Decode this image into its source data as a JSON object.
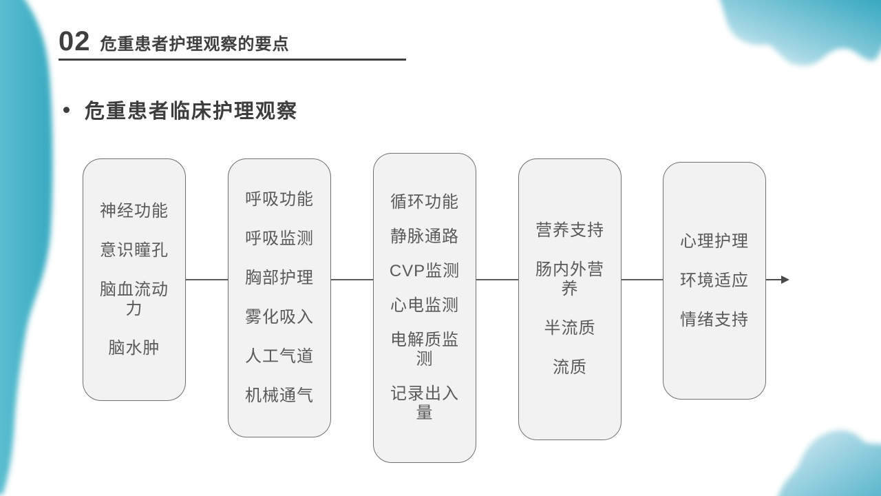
{
  "slide": {
    "section_number": "02",
    "section_title": "危重患者护理观察的要点",
    "bullet": "危重患者临床护理观察"
  },
  "diagram": {
    "cards": [
      {
        "items": [
          "神经功能",
          "意识瞳孔",
          "脑血流动力",
          "脑水肿"
        ]
      },
      {
        "items": [
          "呼吸功能",
          "呼吸监测",
          "胸部护理",
          "雾化吸入",
          "人工气道",
          "机械通气"
        ]
      },
      {
        "items": [
          "循环功能",
          "静脉通路",
          "CVP监测",
          "心电监测",
          "电解质监测",
          "记录出入量"
        ]
      },
      {
        "items": [
          "营养支持",
          "肠内外营养",
          "半流质",
          "流质"
        ]
      },
      {
        "items": [
          "心理护理",
          "环境适应",
          "情绪支持"
        ]
      }
    ],
    "flow_direction": "left-to-right"
  },
  "colors": {
    "accent_teal": "#2fa7be",
    "accent_teal_light": "#cfe9f0",
    "card_fill": "#f2f2f2",
    "card_border": "#707070",
    "card_text": "#595959",
    "heading_text": "#3f3f3f",
    "connector": "#5a5a5a"
  }
}
